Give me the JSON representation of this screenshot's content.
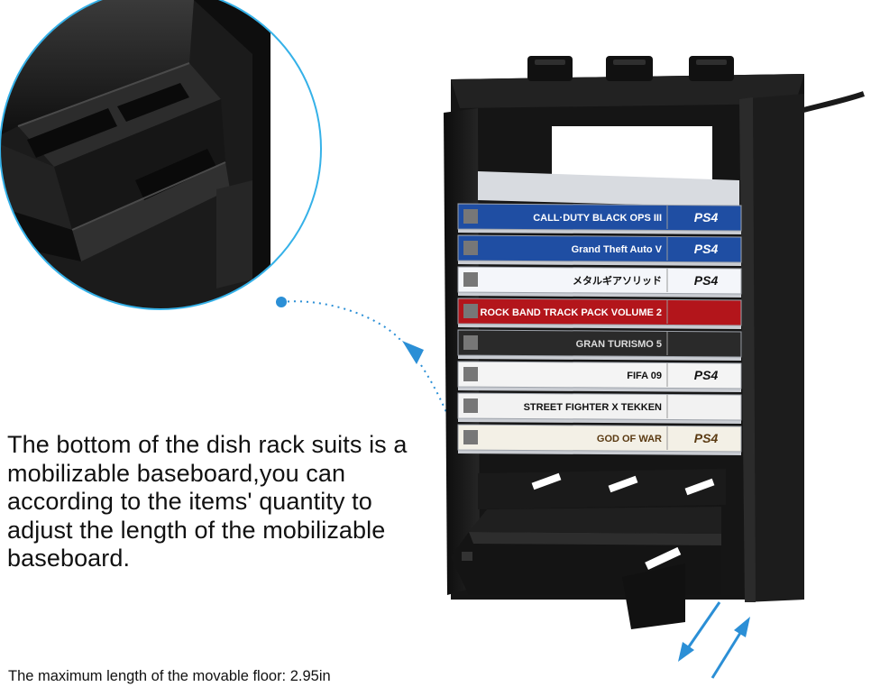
{
  "description_lines": [
    "The bottom of the dish rack suits is a",
    "mobilizable baseboard,you can",
    "according to the items' quantity to",
    "adjust the length of the mobilizable",
    "baseboard."
  ],
  "footnote": "The maximum length of the movable floor: 2.95in",
  "games": [
    {
      "title": "CALL·DUTY BLACK OPS III",
      "platform": "PS4",
      "color": "#1f4ea3",
      "text": "#ffffff"
    },
    {
      "title": "Grand Theft Auto V",
      "platform": "PS4",
      "color": "#1f4ea3",
      "text": "#ffffff"
    },
    {
      "title": "メタルギアソリッド",
      "platform": "PS4",
      "color": "#f4f6fa",
      "text": "#111111"
    },
    {
      "title": "ROCK BAND TRACK PACK VOLUME 2",
      "platform": "",
      "color": "#b3151b",
      "text": "#ffffff"
    },
    {
      "title": "GRAN TURISMO 5",
      "platform": "",
      "color": "#2a2a2a",
      "text": "#dddddd"
    },
    {
      "title": "FIFA 09",
      "platform": "PS4",
      "color": "#f4f4f4",
      "text": "#111111"
    },
    {
      "title": "STREET FIGHTER X TEKKEN",
      "platform": "",
      "color": "#f2f2f2",
      "text": "#111111"
    },
    {
      "title": "GOD OF WAR",
      "platform": "PS4",
      "color": "#f3f0e6",
      "text": "#5a3a12"
    }
  ],
  "colors": {
    "rack": "#141414",
    "rack_edge": "#2b2b2b",
    "accent": "#2b8fd6",
    "magnifier_ring": "#35b1e8"
  }
}
